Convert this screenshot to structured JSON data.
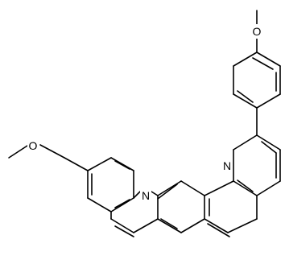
{
  "figure": {
    "background_color": "#ffffff",
    "line_color": "#000000"
  },
  "atom_labels": {
    "n_upper": "N",
    "n_lower": "N",
    "o_top": "O",
    "o_left": "O"
  }
}
